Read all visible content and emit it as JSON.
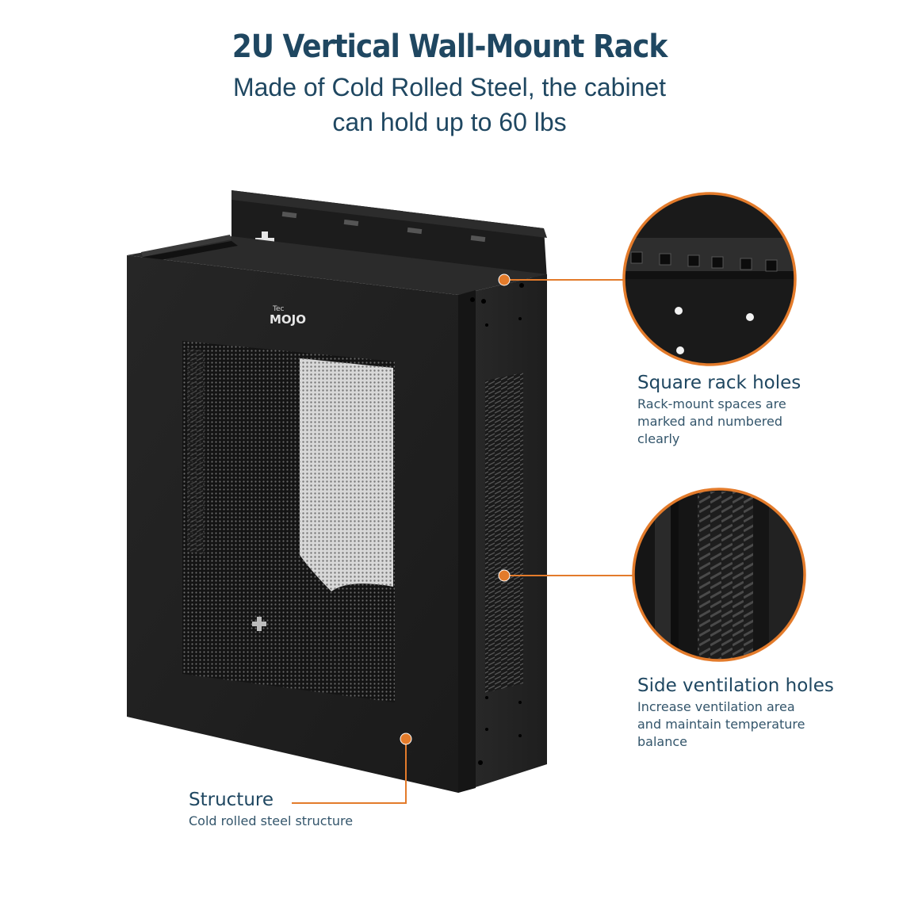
{
  "header": {
    "title": "2U Vertical Wall-Mount Rack",
    "subtitle_line1": "Made of Cold Rolled Steel, the cabinet",
    "subtitle_line2": "can hold up to 60 lbs"
  },
  "product": {
    "brand_small": "Tec",
    "brand": "MOJO"
  },
  "callouts": {
    "rack_holes": {
      "title": "Square rack holes",
      "desc_line1": "Rack-mount spaces are",
      "desc_line2": "marked and numbered",
      "desc_line3": "clearly"
    },
    "ventilation": {
      "title": "Side ventilation holes",
      "desc_line1": "Increase ventilation area",
      "desc_line2": "and maintain temperature",
      "desc_line3": "balance"
    },
    "structure": {
      "title": "Structure",
      "desc_line1": "Cold rolled steel structure"
    }
  },
  "colors": {
    "accent": "#e37b2b",
    "text": "#1f4761",
    "cabinet": "#1c1c1c"
  }
}
